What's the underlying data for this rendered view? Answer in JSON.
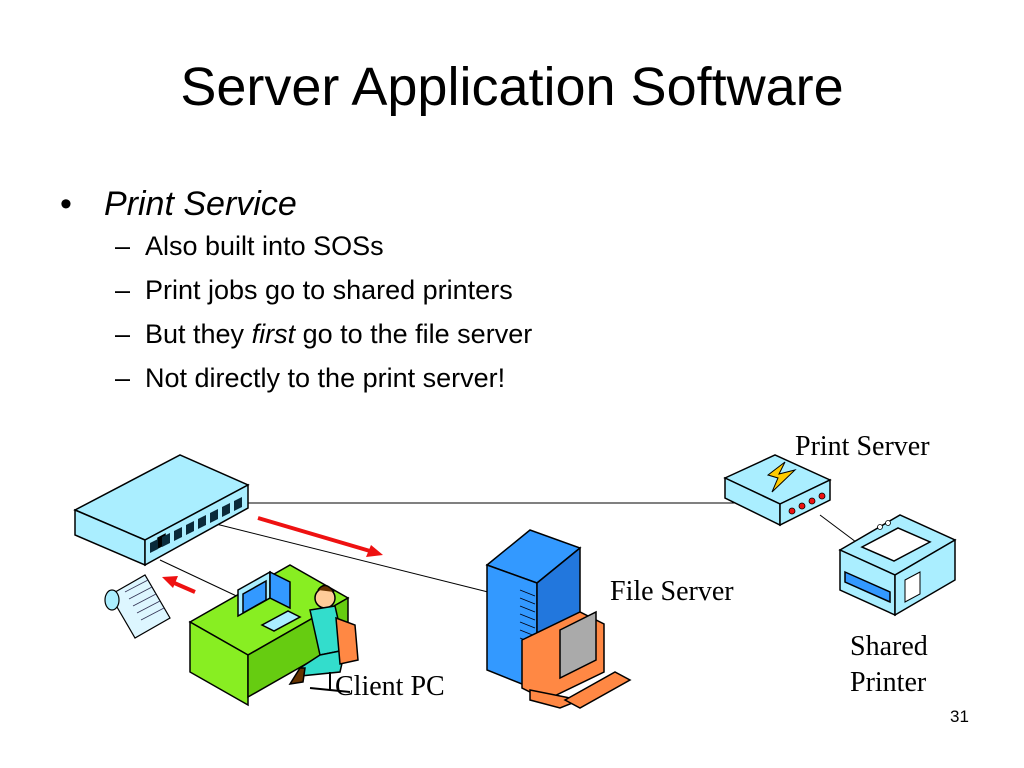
{
  "slide": {
    "title": "Server Application Software",
    "bullet": {
      "symbol": "•",
      "text": "Print Service"
    },
    "subbullets": [
      {
        "dash": "–",
        "parts": [
          {
            "text": "Also built into SOSs",
            "italic": false
          }
        ]
      },
      {
        "dash": "–",
        "parts": [
          {
            "text": "Print jobs go to shared printers",
            "italic": false
          }
        ]
      },
      {
        "dash": "–",
        "parts": [
          {
            "text": "But they ",
            "italic": false
          },
          {
            "text": "first",
            "italic": true
          },
          {
            "text": " go to the file server",
            "italic": false
          }
        ]
      },
      {
        "dash": "–",
        "parts": [
          {
            "text": "Not directly to the print server!",
            "italic": false
          }
        ]
      }
    ],
    "page_number": "31"
  },
  "diagram": {
    "labels": {
      "print_server": "Print Server",
      "file_server": "File Server",
      "client_pc": "Client PC",
      "shared_printer_line1": "Shared",
      "shared_printer_line2": "Printer"
    },
    "colors": {
      "device_cyan": "#aaeeff",
      "desk_green": "#88ee22",
      "monitor_orange": "#ff8844",
      "server_blue": "#3399ff",
      "arrow_red": "#ee1111",
      "outline": "#000000"
    }
  }
}
